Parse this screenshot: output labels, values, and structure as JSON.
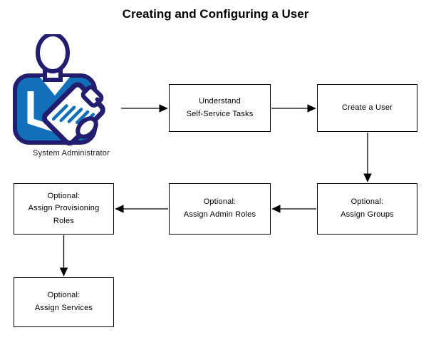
{
  "title": "Creating and Configuring a User",
  "colors": {
    "outline_navy": "#221d6e",
    "fill_blue": "#1270b8",
    "line_black": "#000000",
    "label_color": "#1a1a1a"
  },
  "actor": {
    "label": "System Administrator",
    "icon": "person-with-clipboard-icon"
  },
  "boxes": {
    "understand": {
      "label": "Understand\nSelf-Service Tasks"
    },
    "create": {
      "label": "Create a User"
    },
    "groups": {
      "label": "Optional:\nAssign Groups"
    },
    "admin_roles": {
      "label": "Optional:\nAssign Admin Roles"
    },
    "provisioning_roles": {
      "label": "Optional:\nAssign Provisioning\nRoles"
    },
    "services": {
      "label": "Optional:\nAssign Services"
    }
  },
  "edges": [
    {
      "from": "system-administrator",
      "to": "understand-self-service-tasks"
    },
    {
      "from": "understand-self-service-tasks",
      "to": "create-a-user"
    },
    {
      "from": "create-a-user",
      "to": "optional-assign-groups"
    },
    {
      "from": "optional-assign-groups",
      "to": "optional-assign-admin-roles"
    },
    {
      "from": "optional-assign-admin-roles",
      "to": "optional-assign-provisioning-roles"
    },
    {
      "from": "optional-assign-provisioning-roles",
      "to": "optional-assign-services"
    }
  ]
}
